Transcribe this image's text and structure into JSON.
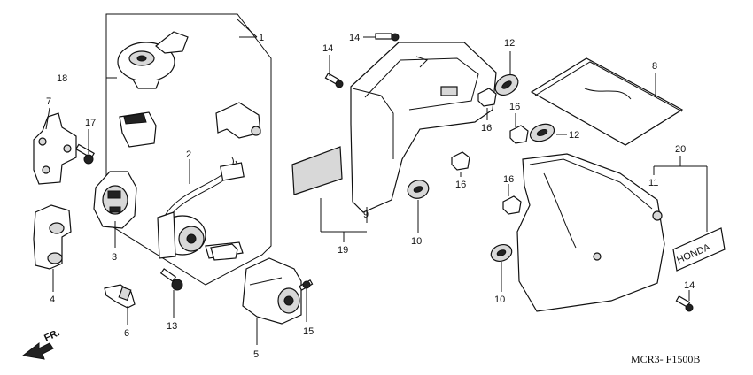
{
  "callouts": {
    "c1": "1",
    "c2": "2",
    "c3": "3",
    "c4": "4",
    "c5": "5",
    "c6": "6",
    "c7": "7",
    "c8": "8",
    "c9": "9",
    "c10a": "10",
    "c10b": "10",
    "c11": "11",
    "c12a": "12",
    "c12b": "12",
    "c13": "13",
    "c14a": "14",
    "c14b": "14",
    "c14c": "14",
    "c15": "15",
    "c16a": "16",
    "c16b": "16",
    "c16c": "16",
    "c16d": "16",
    "c17": "17",
    "c18": "18",
    "c19": "19",
    "c20": "20"
  },
  "direction_marker": {
    "label": "FR.",
    "icon": "front-arrow-icon"
  },
  "diagram_code": "MCR3- F1500B",
  "emblem_text": "HONDA"
}
